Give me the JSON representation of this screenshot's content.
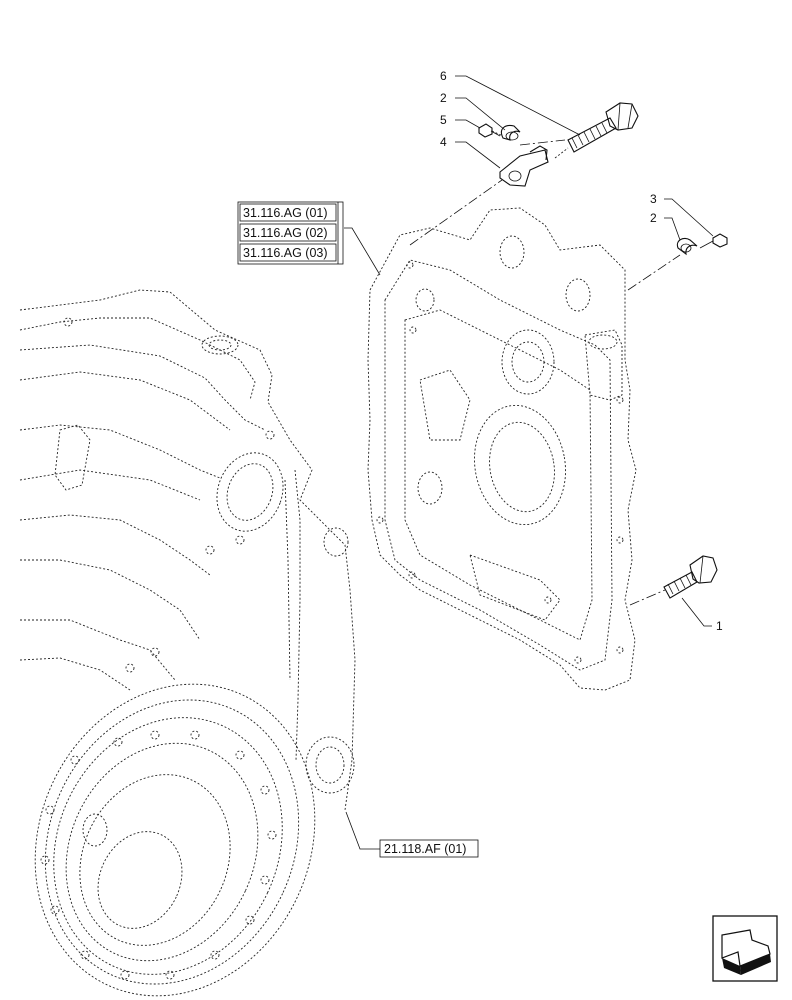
{
  "references": {
    "top": [
      "31.116.AG (01)",
      "31.116.AG (02)",
      "31.116.AG (03)"
    ],
    "bottom": "21.118.AF (01)"
  },
  "callouts": {
    "c6": "6",
    "c2a": "2",
    "c5": "5",
    "c4": "4",
    "c3": "3",
    "c2b": "2",
    "c1": "1"
  },
  "icons": {
    "nav": "previous-page-arrow-icon"
  },
  "colors": {
    "line": "#111111",
    "background": "#ffffff"
  }
}
